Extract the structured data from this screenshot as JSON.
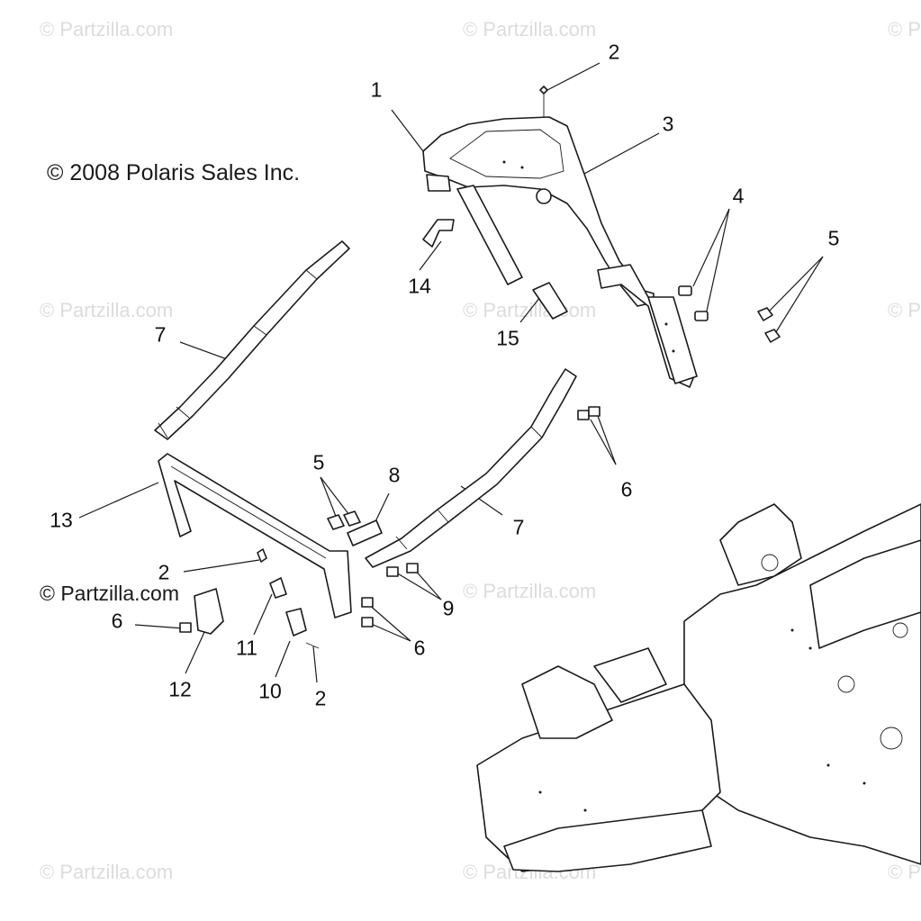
{
  "watermark": {
    "text": "© Partzilla.com"
  },
  "copyright": "© 2008 Polaris Sales Inc.",
  "site_mark": "© Partzilla.com",
  "callouts": [
    {
      "id": "c1",
      "label": "1"
    },
    {
      "id": "c2a",
      "label": "2"
    },
    {
      "id": "c3",
      "label": "3"
    },
    {
      "id": "c4",
      "label": "4"
    },
    {
      "id": "c5a",
      "label": "5"
    },
    {
      "id": "c14",
      "label": "14"
    },
    {
      "id": "c15",
      "label": "15"
    },
    {
      "id": "c7a",
      "label": "7"
    },
    {
      "id": "c5b",
      "label": "5"
    },
    {
      "id": "c8",
      "label": "8"
    },
    {
      "id": "c6a",
      "label": "6"
    },
    {
      "id": "c13",
      "label": "13"
    },
    {
      "id": "c7b",
      "label": "7"
    },
    {
      "id": "c2b",
      "label": "2"
    },
    {
      "id": "c9",
      "label": "9"
    },
    {
      "id": "c6b",
      "label": "6"
    },
    {
      "id": "c11",
      "label": "11"
    },
    {
      "id": "c6c",
      "label": "6"
    },
    {
      "id": "c12",
      "label": "12"
    },
    {
      "id": "c10",
      "label": "10"
    },
    {
      "id": "c2c",
      "label": "2"
    }
  ]
}
